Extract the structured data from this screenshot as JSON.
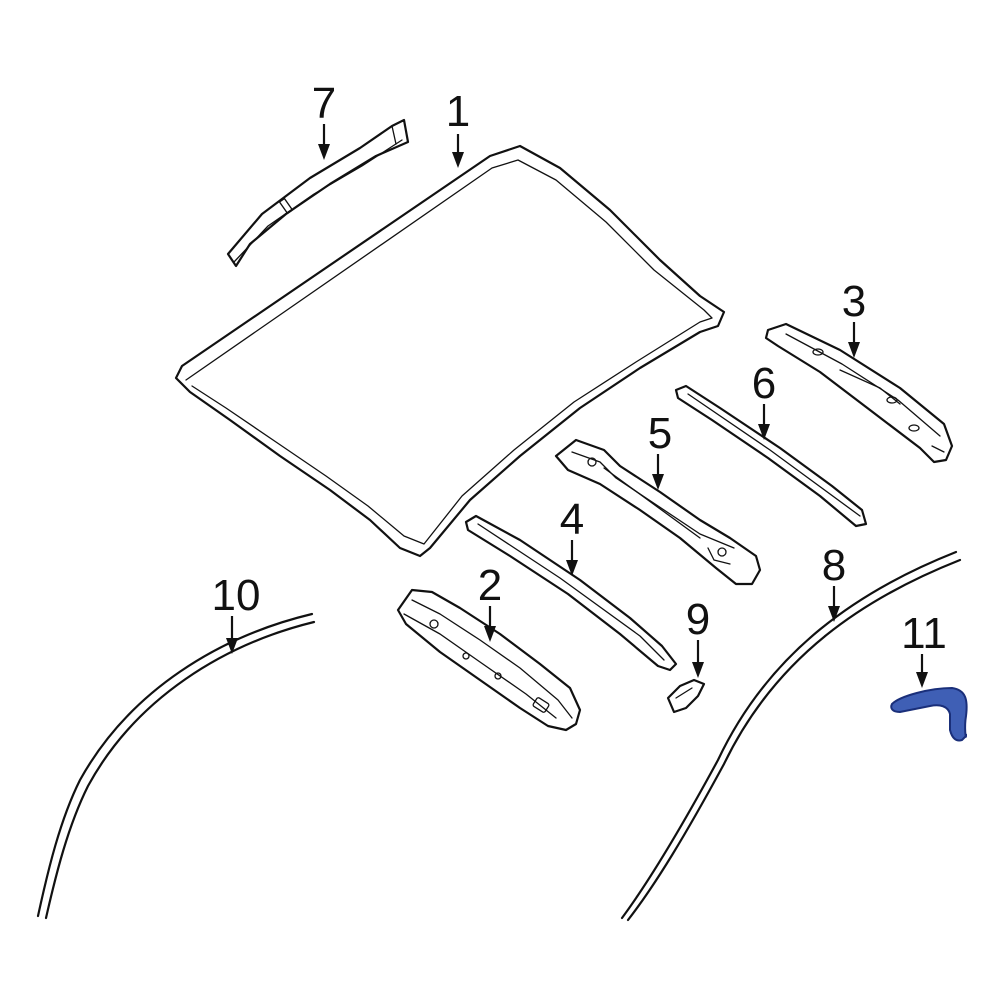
{
  "callouts": [
    {
      "id": "1",
      "label": "1"
    },
    {
      "id": "2",
      "label": "2"
    },
    {
      "id": "3",
      "label": "3"
    },
    {
      "id": "4",
      "label": "4"
    },
    {
      "id": "5",
      "label": "5"
    },
    {
      "id": "6",
      "label": "6"
    },
    {
      "id": "7",
      "label": "7"
    },
    {
      "id": "8",
      "label": "8"
    },
    {
      "id": "9",
      "label": "9"
    },
    {
      "id": "10",
      "label": "10"
    },
    {
      "id": "11",
      "label": "11"
    }
  ],
  "colors": {
    "line": "#111111",
    "background": "#ffffff",
    "highlight_fill": "#3f5fb5",
    "highlight_stroke": "#1a2f7a"
  },
  "highlighted_part": "11"
}
